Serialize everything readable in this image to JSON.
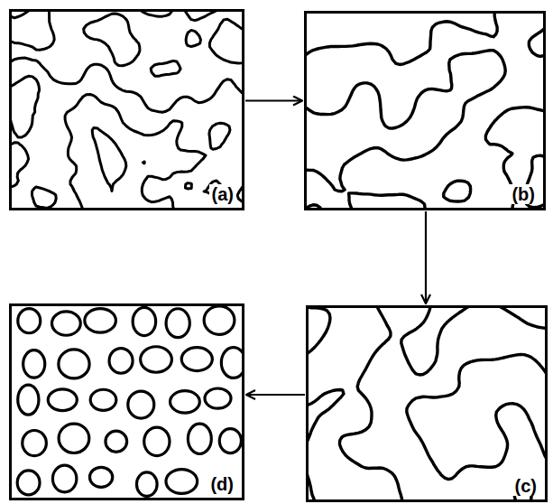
{
  "diagram": {
    "nodes": [
      {
        "text": [
          "(a)"
        ]
      },
      {
        "text": [
          "(b)"
        ]
      },
      {
        "text": [
          "(d)"
        ]
      },
      {
        "text": [
          "(c)"
        ]
      }
    ],
    "edges": [
      {
        "from": 0,
        "to": 1,
        "arrow": "to"
      },
      {
        "from": 1,
        "to": 3,
        "arrow": "to"
      },
      {
        "from": 3,
        "to": 2,
        "arrow": "to"
      }
    ]
  }
}
